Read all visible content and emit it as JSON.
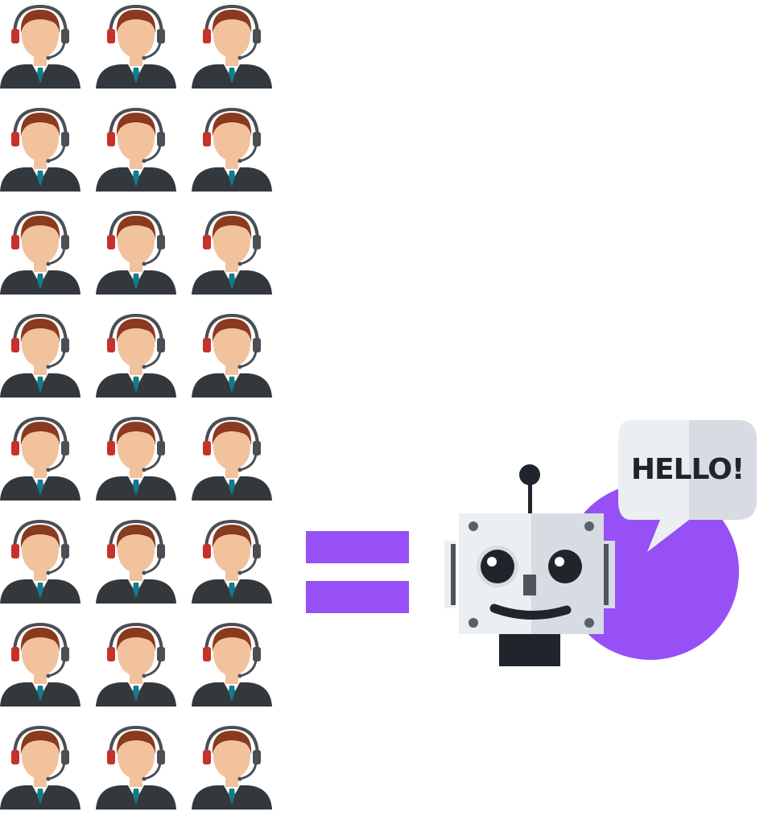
{
  "illustration": {
    "agent_count": 24,
    "agent_columns": 3,
    "equals_icon": "equals-sign-icon",
    "robot_icon": "chatbot-robot-icon",
    "speech_bubble_text": "HELLO!"
  },
  "colors": {
    "accent_purple": "#9650F5",
    "suit_dark": "#33383d",
    "skin": "#F2C29D",
    "hair": "#8A3A1E",
    "tie": "#137B8C",
    "headset": "#4A4F55",
    "ear_cup_red": "#C8302A",
    "robot_light": "#ECEFF2",
    "robot_shade": "#D7DCE3",
    "robot_dark": "#20252B",
    "bubble_shade": "#D7DCE3"
  }
}
